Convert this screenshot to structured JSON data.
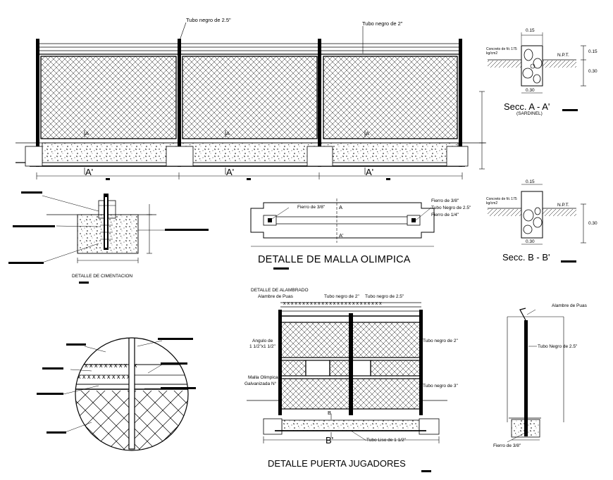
{
  "main_elevation": {
    "label_tube_25": "Tubo negro de 2.5\"",
    "label_tube_2": "Tubo negro de 2\"",
    "section_marks": [
      "A",
      "A",
      "A"
    ],
    "section_marks_bottom": [
      "A'",
      "A'",
      "A'"
    ]
  },
  "section_aa": {
    "title": "Secc. A - A'",
    "subtitle": "(SARDINEL)",
    "dim_top": "0.15",
    "dim_bottom": "0.30",
    "dim_right_upper": "0.15",
    "dim_right_lower": "0.30",
    "npt": "N.P.T.",
    "concrete_note": "Concreto de f/c 175 kg/cm2"
  },
  "section_bb": {
    "title": "Secc. B - B'",
    "dim_top": "0.15",
    "dim_bottom": "0.30",
    "dim_right": "0.30",
    "npt": "N.P.T.",
    "concrete_note": "Concreto de f/c 175 kg/cm2"
  },
  "foundation_detail": {
    "title": "DETALLE DE CIMENTACION"
  },
  "malla_detail": {
    "title": "DETALLE DE MALLA OLIMPICA",
    "label_fierro_left": "Fierro de 3/8\"",
    "label_fierro_right": "Fierro de 3/8\"",
    "label_tubo": "Tubo Negro de 2.5\"",
    "label_fierro_14": "Fierro de 1/4\"",
    "mark_a": "A",
    "mark_a2": "A'"
  },
  "gate_detail": {
    "title": "DETALLE PUERTA JUGADORES",
    "label_alambrado": "DETALLE DE ALAMBRADO",
    "label_alambre": "Alambre de Puas",
    "label_tubo_2_top": "Tubo negro de 2\"",
    "label_tubo_25_top": "Tubo negro de 2.5\"",
    "label_angulo_1": "Angulo de",
    "label_angulo_2": "1 1/2\"x1 1/2\"",
    "label_tubo_2_right": "Tubo negro de 2\"",
    "label_malla_1": "Malla Olimpica",
    "label_malla_2": "Galvanizada N°",
    "label_tubo_3": "Tubo negro de 3\"",
    "label_tubo_liso": "Tubo Liso de 1 1/2\"",
    "mark_b": "B",
    "mark_b2": "B'"
  },
  "post_detail": {
    "label_alambre": "Alambre de Puas",
    "label_tubo": "Tubo Negro de 2.5\"",
    "label_fierro": "Fierro de 3/8\""
  }
}
